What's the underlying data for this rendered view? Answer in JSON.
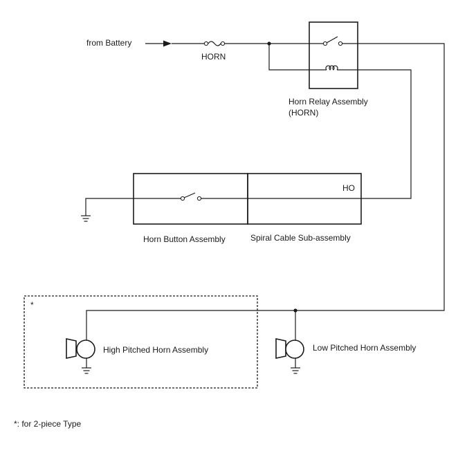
{
  "labels": {
    "source": "from Battery",
    "fuse": "HORN",
    "relay_line1": "Horn Relay Assembly",
    "relay_line2": "(HORN)",
    "terminal": "HO",
    "horn_button": "Horn Button Assembly",
    "spiral_cable": "Spiral Cable Sub-assembly",
    "high_horn": "High Pitched Horn Assembly",
    "low_horn": "Low Pitched Horn Assembly",
    "asterisk": "*",
    "footnote": "*: for 2-piece Type"
  }
}
